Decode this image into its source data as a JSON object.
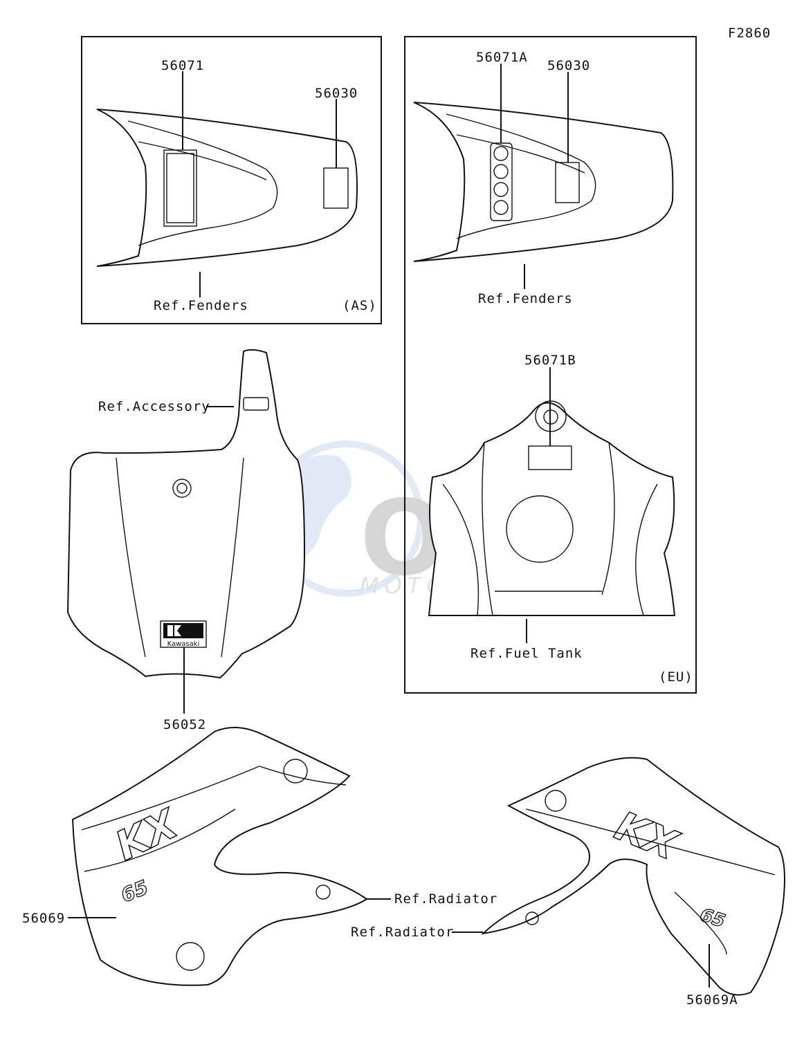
{
  "figure_code": "F2860",
  "watermark": {
    "main": "OEM",
    "sub": "MOTORPARTS"
  },
  "panel_as": {
    "region": "(AS)",
    "part_a": "56071",
    "part_b": "56030",
    "ref": "Ref.Fenders"
  },
  "panel_eu": {
    "region": "(EU)",
    "part_a": "56071A",
    "part_b": "56030",
    "ref_fenders": "Ref.Fenders",
    "part_c": "56071B",
    "ref_tank": "Ref.Fuel Tank"
  },
  "number_plate": {
    "ref": "Ref.Accessory",
    "part": "56052",
    "logo_text": "Kawasaki"
  },
  "shroud_left": {
    "part": "56069",
    "ref": "Ref.Radiator",
    "model": "KX",
    "size": "65"
  },
  "shroud_right": {
    "part": "56069A",
    "ref": "Ref.Radiator",
    "model": "KX",
    "size": "65"
  }
}
